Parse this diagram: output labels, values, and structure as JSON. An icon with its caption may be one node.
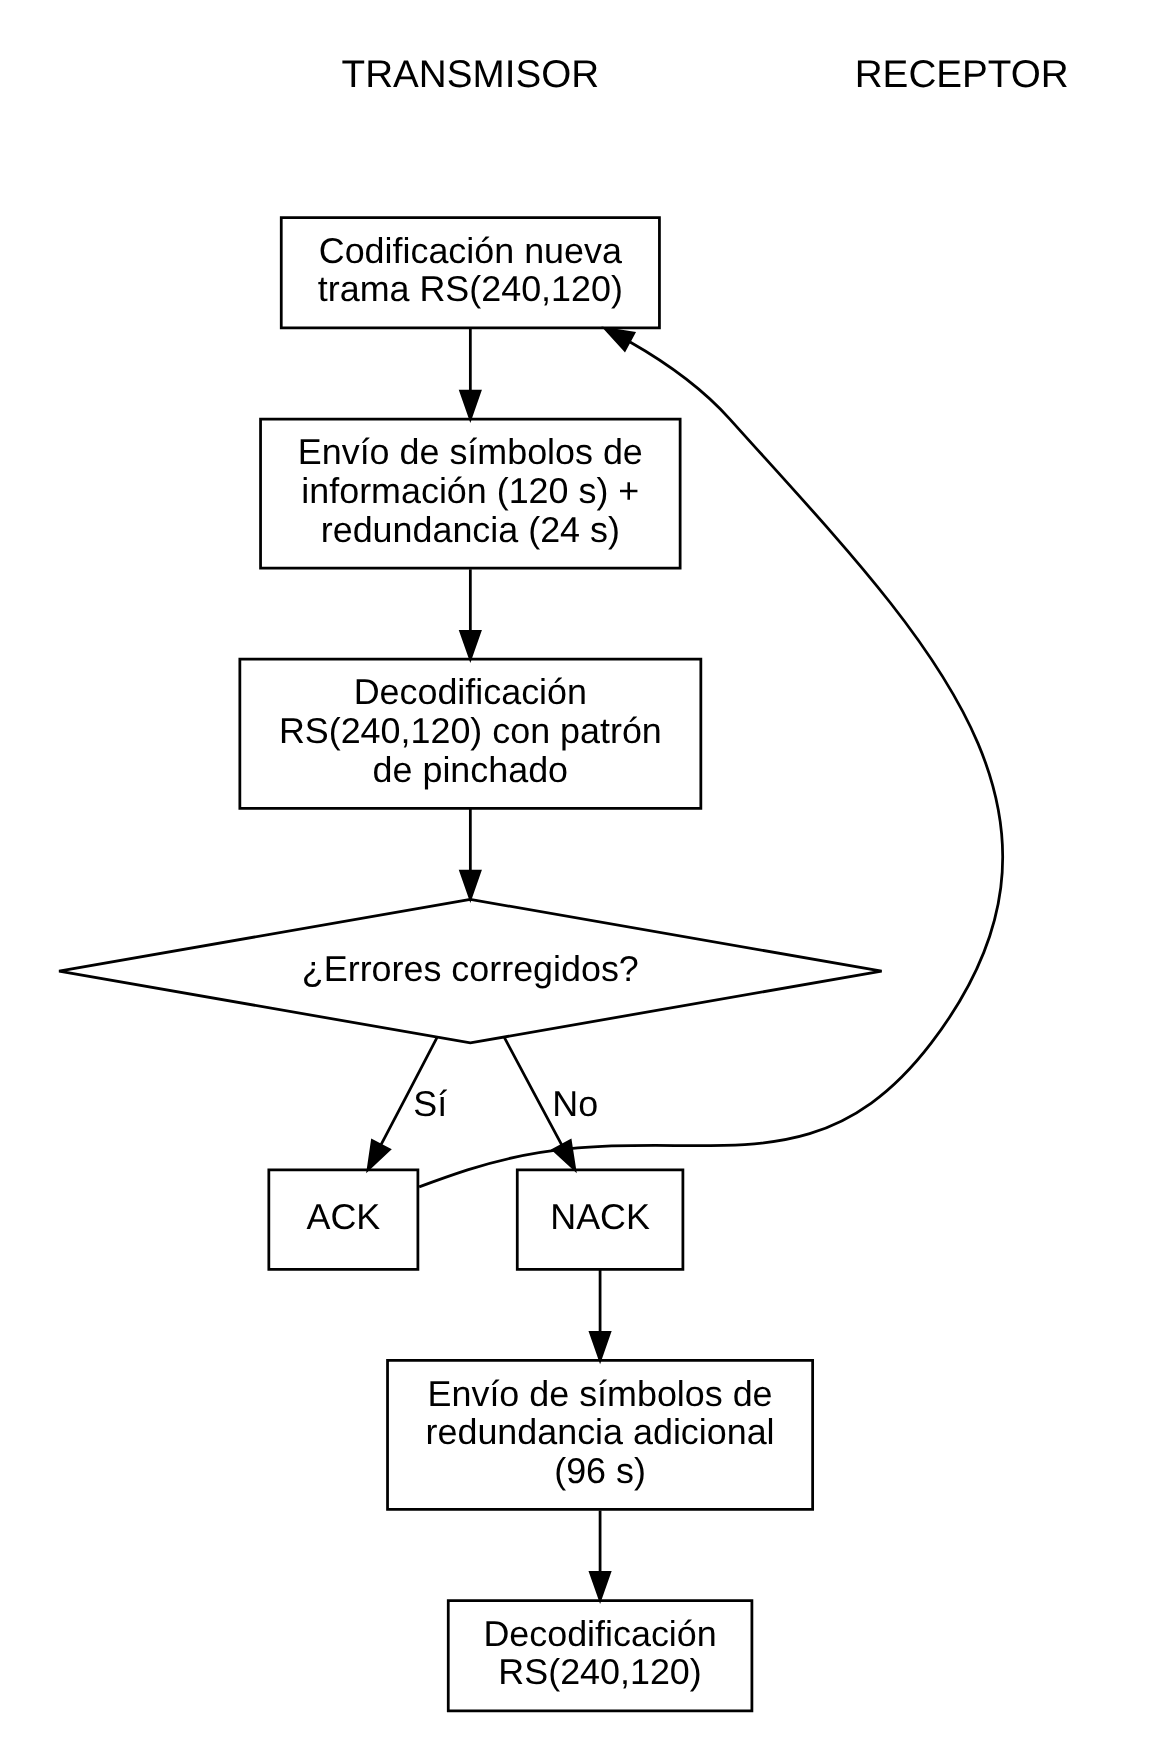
{
  "diagram": {
    "nodes": [
      {
        "text": [
          "Codificación nueva trama RS(240,120)"
        ]
      },
      {
        "text": [
          "Envío de símbolos de información (120 s) + redundancia (24 s)"
        ]
      },
      {
        "text": [
          "Decodificación RS(240,120) con patrón de pinchado"
        ]
      },
      {
        "text": [
          "¿Errores corregidos?"
        ]
      },
      {
        "text": [
          "ACK"
        ]
      },
      {
        "text": [
          "NACK"
        ]
      },
      {
        "text": [
          "Envío de símbolos de redundancia adicional (96 s)"
        ]
      },
      {
        "text": [
          "Decodificación RS(240,120)"
        ]
      }
    ],
    "edges": [
      {
        "from": 0,
        "to": 1,
        "arrow": "to"
      },
      {
        "from": 1,
        "to": 2,
        "arrow": "to"
      },
      {
        "from": 2,
        "to": 3,
        "arrow": "to"
      },
      {
        "from": 3,
        "to": 4,
        "arrow": "to",
        "label": "Sí"
      },
      {
        "from": 4,
        "to": 0,
        "arrow": "to"
      },
      {
        "from": 3,
        "to": 5,
        "arrow": "to",
        "label": "No"
      },
      {
        "from": 5,
        "to": 6,
        "arrow": "to"
      },
      {
        "from": 6,
        "to": 7,
        "arrow": "to"
      }
    ],
    "labels": [
      "TRANSMISOR",
      "RECEPTOR"
    ]
  }
}
